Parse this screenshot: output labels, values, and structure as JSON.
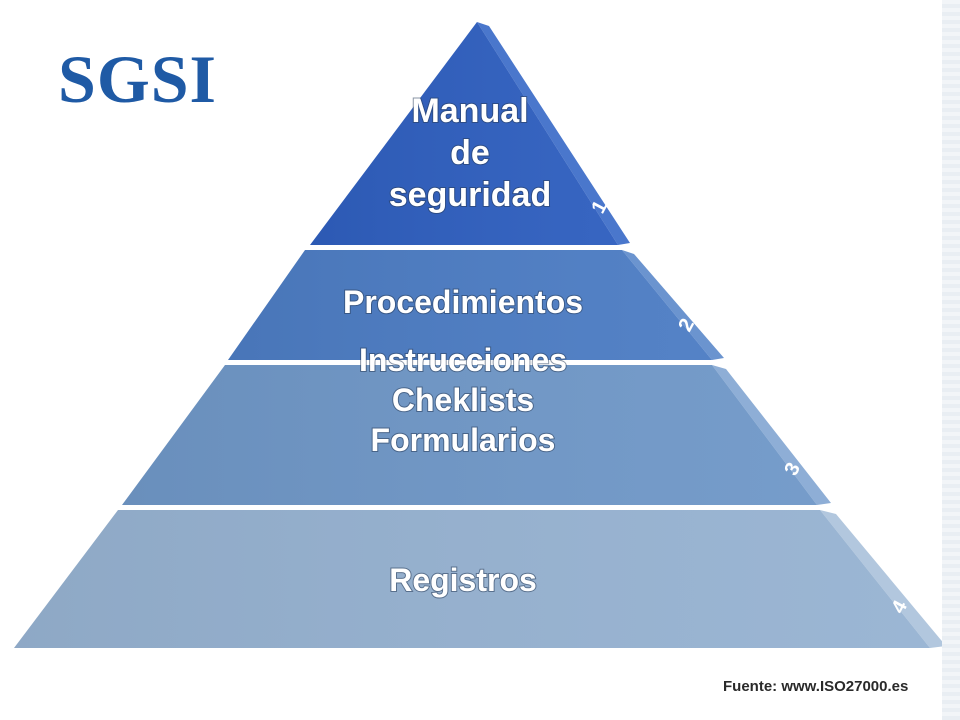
{
  "title": "SGSI",
  "source": "Fuente: www.ISO27000.es",
  "levels": [
    {
      "number": "1",
      "lines": [
        "Manual",
        "de",
        "seguridad"
      ],
      "color": "#2f5fbf",
      "side": "#4a77cc"
    },
    {
      "number": "2",
      "lines": [
        "Procedimientos"
      ],
      "color": "#4d7dc4",
      "side": "#6b94cf"
    },
    {
      "number": "3",
      "lines": [
        "Instrucciones",
        "Cheklists",
        "Formularios"
      ],
      "color": "#7098c8",
      "side": "#8eaed6"
    },
    {
      "number": "4",
      "lines": [
        "Registros"
      ],
      "color": "#97b3d2",
      "side": "#b2c7de"
    }
  ]
}
